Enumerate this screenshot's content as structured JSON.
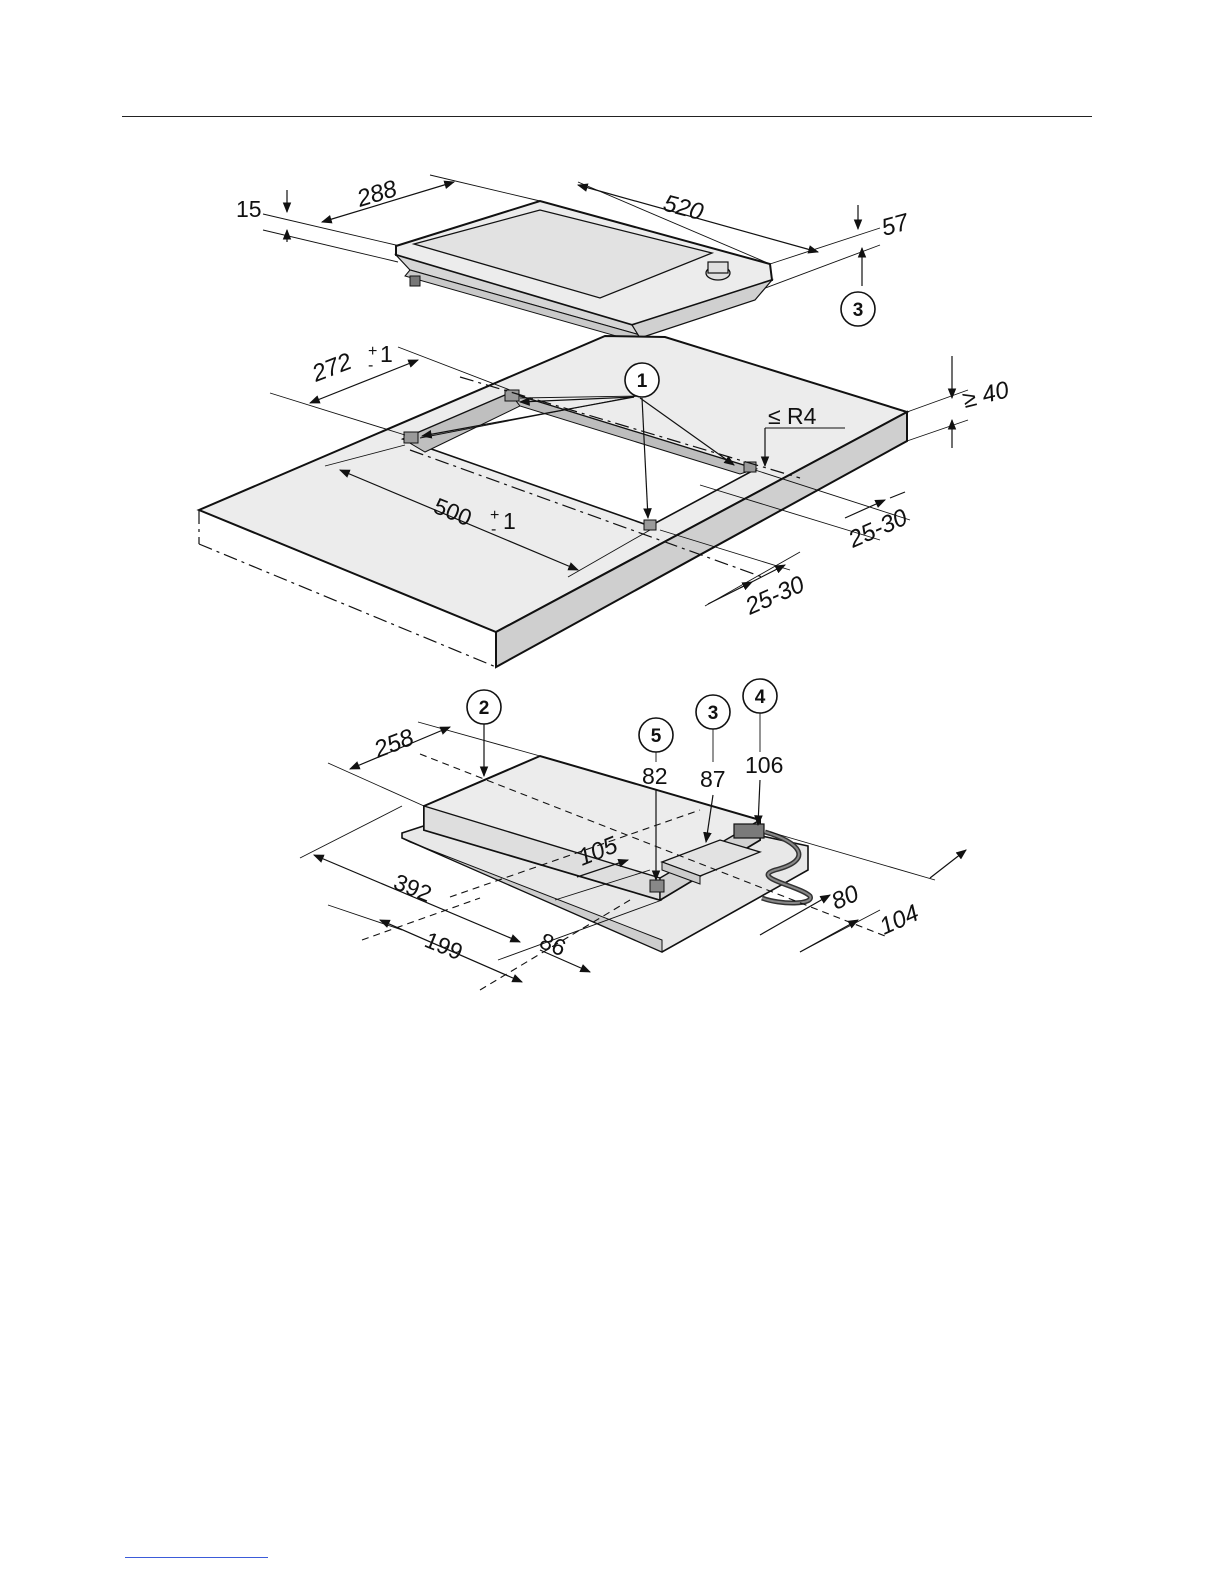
{
  "labels": {
    "d15": "15",
    "d288": "288",
    "d520": "520",
    "d57": "57",
    "d272": "272",
    "d272_tol_plus": "+",
    "d272_tol_minus": "-",
    "d272_tol": "1",
    "d500": "500",
    "d500_tol_plus": "+",
    "d500_tol_minus": "-",
    "d500_tol": "1",
    "d40": "≥ 40",
    "dR4": "≤ R4",
    "d2530a": "25-30",
    "d2530b": "25-30",
    "d258": "258",
    "d392": "392",
    "d199": "199",
    "d86": "86",
    "d105": "105",
    "d82": "82",
    "d87": "87",
    "d106": "106",
    "d80": "80",
    "d104": "104"
  },
  "callouts": {
    "c1": "1",
    "c2": "2",
    "c3_top": "3",
    "c3_bottom": "3",
    "c4": "4",
    "c5": "5"
  },
  "colors": {
    "surface": "#ececec",
    "surface_dark": "#cfcfcf",
    "edge": "#bdbdbd",
    "ink": "#111111",
    "link_rule": "#3b5bd9"
  }
}
